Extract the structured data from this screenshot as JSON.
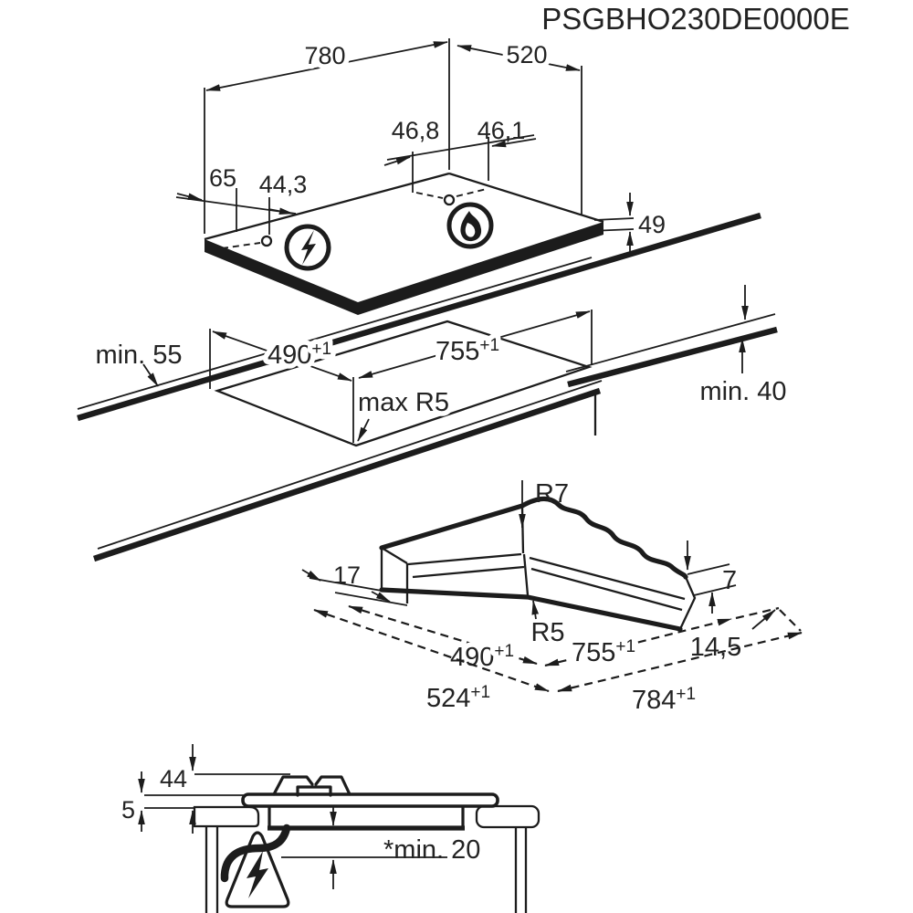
{
  "title": "PSGBHO230DE0000E",
  "tolerance_sup": "+1",
  "top_view": {
    "width": "780",
    "depth": "520",
    "gas_offset_left": "46,8",
    "gas_offset_right": "46,1",
    "electric_offset_left": "65",
    "electric_offset_right": "44,3",
    "hob_height": "49",
    "electric_icon": "lightning-in-circle",
    "gas_icon": "flame-in-circle"
  },
  "cutout_view": {
    "clearance_back": "min. 55",
    "clearance_side": "min. 40",
    "cutout_depth": "490",
    "cutout_width": "755",
    "corner_radius": "max R5"
  },
  "corner_view": {
    "outer_radius": "R7",
    "inner_radius": "R5",
    "ledge_width_left": "17",
    "step_depth": "7",
    "inner_depth": "490",
    "inner_width": "755",
    "ledge_width_right": "14,5",
    "outer_depth": "524",
    "outer_width": "784"
  },
  "section_view": {
    "height_above_top": "44",
    "glass_thickness": "5",
    "min_clearance_below": "*min. 20",
    "hazard_icon": "electric-hazard-triangle"
  }
}
